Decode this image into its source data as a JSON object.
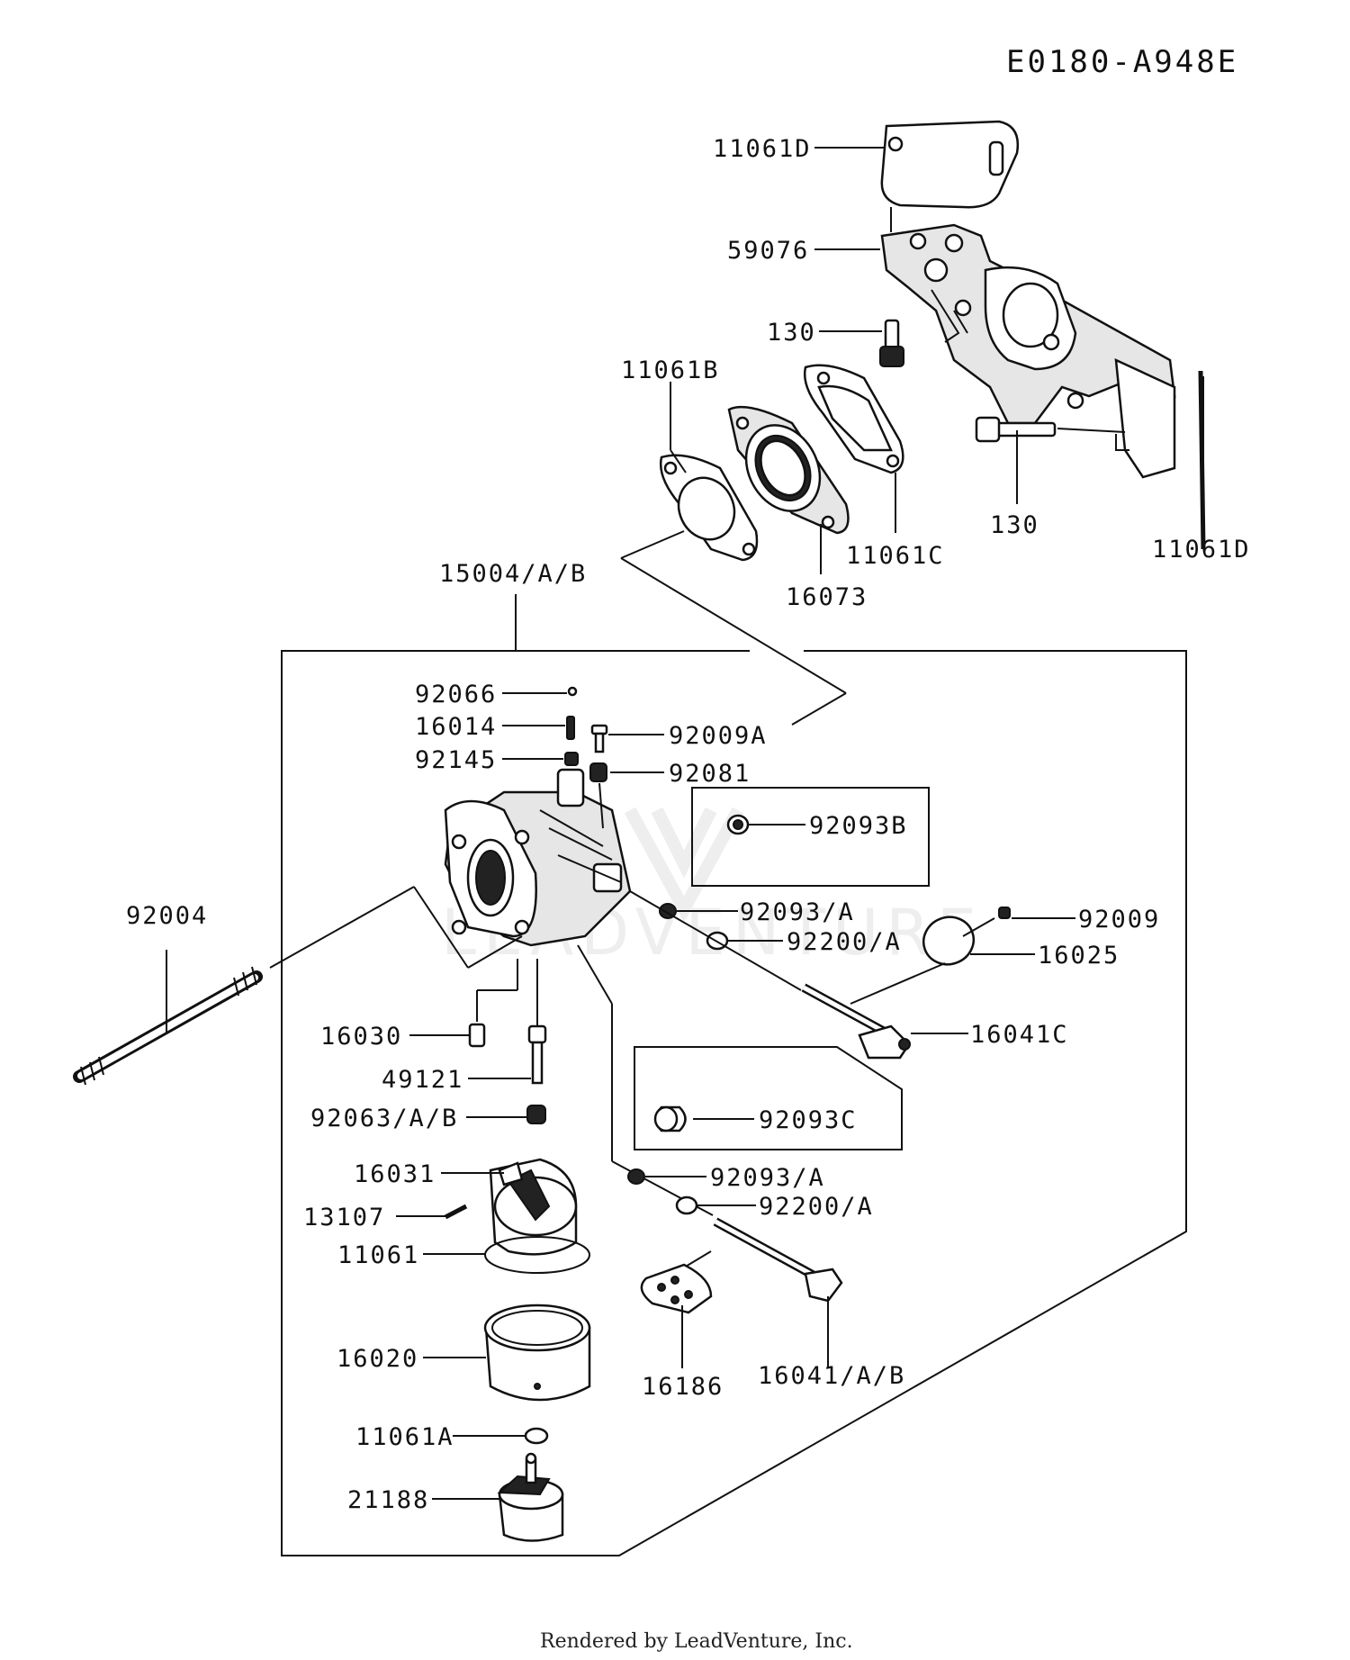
{
  "diagram": {
    "reference_code": "E0180-A948E",
    "credit": "Rendered by LeadVenture, Inc.",
    "watermark": "LEADVENTURE",
    "labels": {
      "l_11061D_top": "11061D",
      "l_59076": "59076",
      "l_130_a": "130",
      "l_11061B": "11061B",
      "l_130_b": "130",
      "l_11061D_right": "11061D",
      "l_11061C": "11061C",
      "l_16073": "16073",
      "l_15004": "15004/A/B",
      "l_92066": "92066",
      "l_16014": "16014",
      "l_92009A": "92009A",
      "l_92145": "92145",
      "l_92081": "92081",
      "l_92093B": "92093B",
      "l_92004": "92004",
      "l_92093A_1": "92093/A",
      "l_92009": "92009",
      "l_92200A_1": "92200/A",
      "l_16025": "16025",
      "l_16041C": "16041C",
      "l_16030": "16030",
      "l_49121": "49121",
      "l_92063": "92063/A/B",
      "l_92093C": "92093C",
      "l_16031": "16031",
      "l_92093A_2": "92093/A",
      "l_13107": "13107",
      "l_92200A_2": "92200/A",
      "l_11061": "11061",
      "l_16020": "16020",
      "l_16186": "16186",
      "l_16041AB": "16041/A/B",
      "l_11061A": "11061A",
      "l_21188": "21188"
    }
  }
}
